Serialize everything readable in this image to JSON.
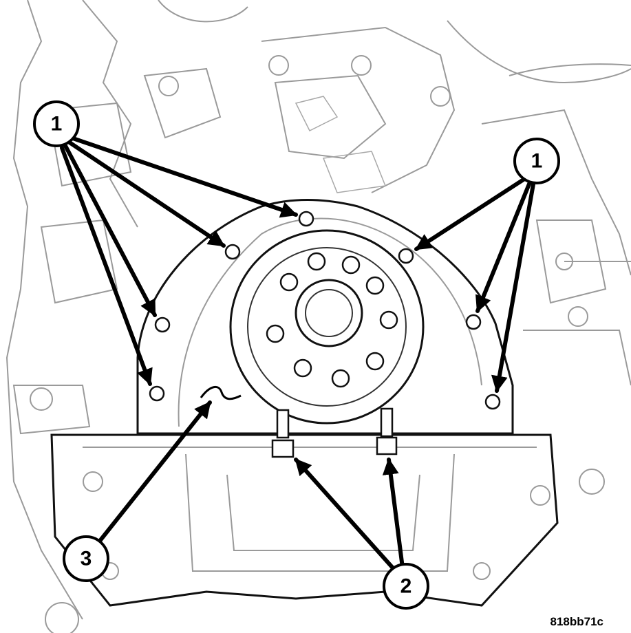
{
  "callouts": {
    "c1_left": "1",
    "c1_right": "1",
    "c2": "2",
    "c3": "3"
  },
  "figure_ref": "818bb71c",
  "colors": {
    "background": "#ffffff",
    "ink": "#000000",
    "background_lines": "#9a9a9a"
  }
}
